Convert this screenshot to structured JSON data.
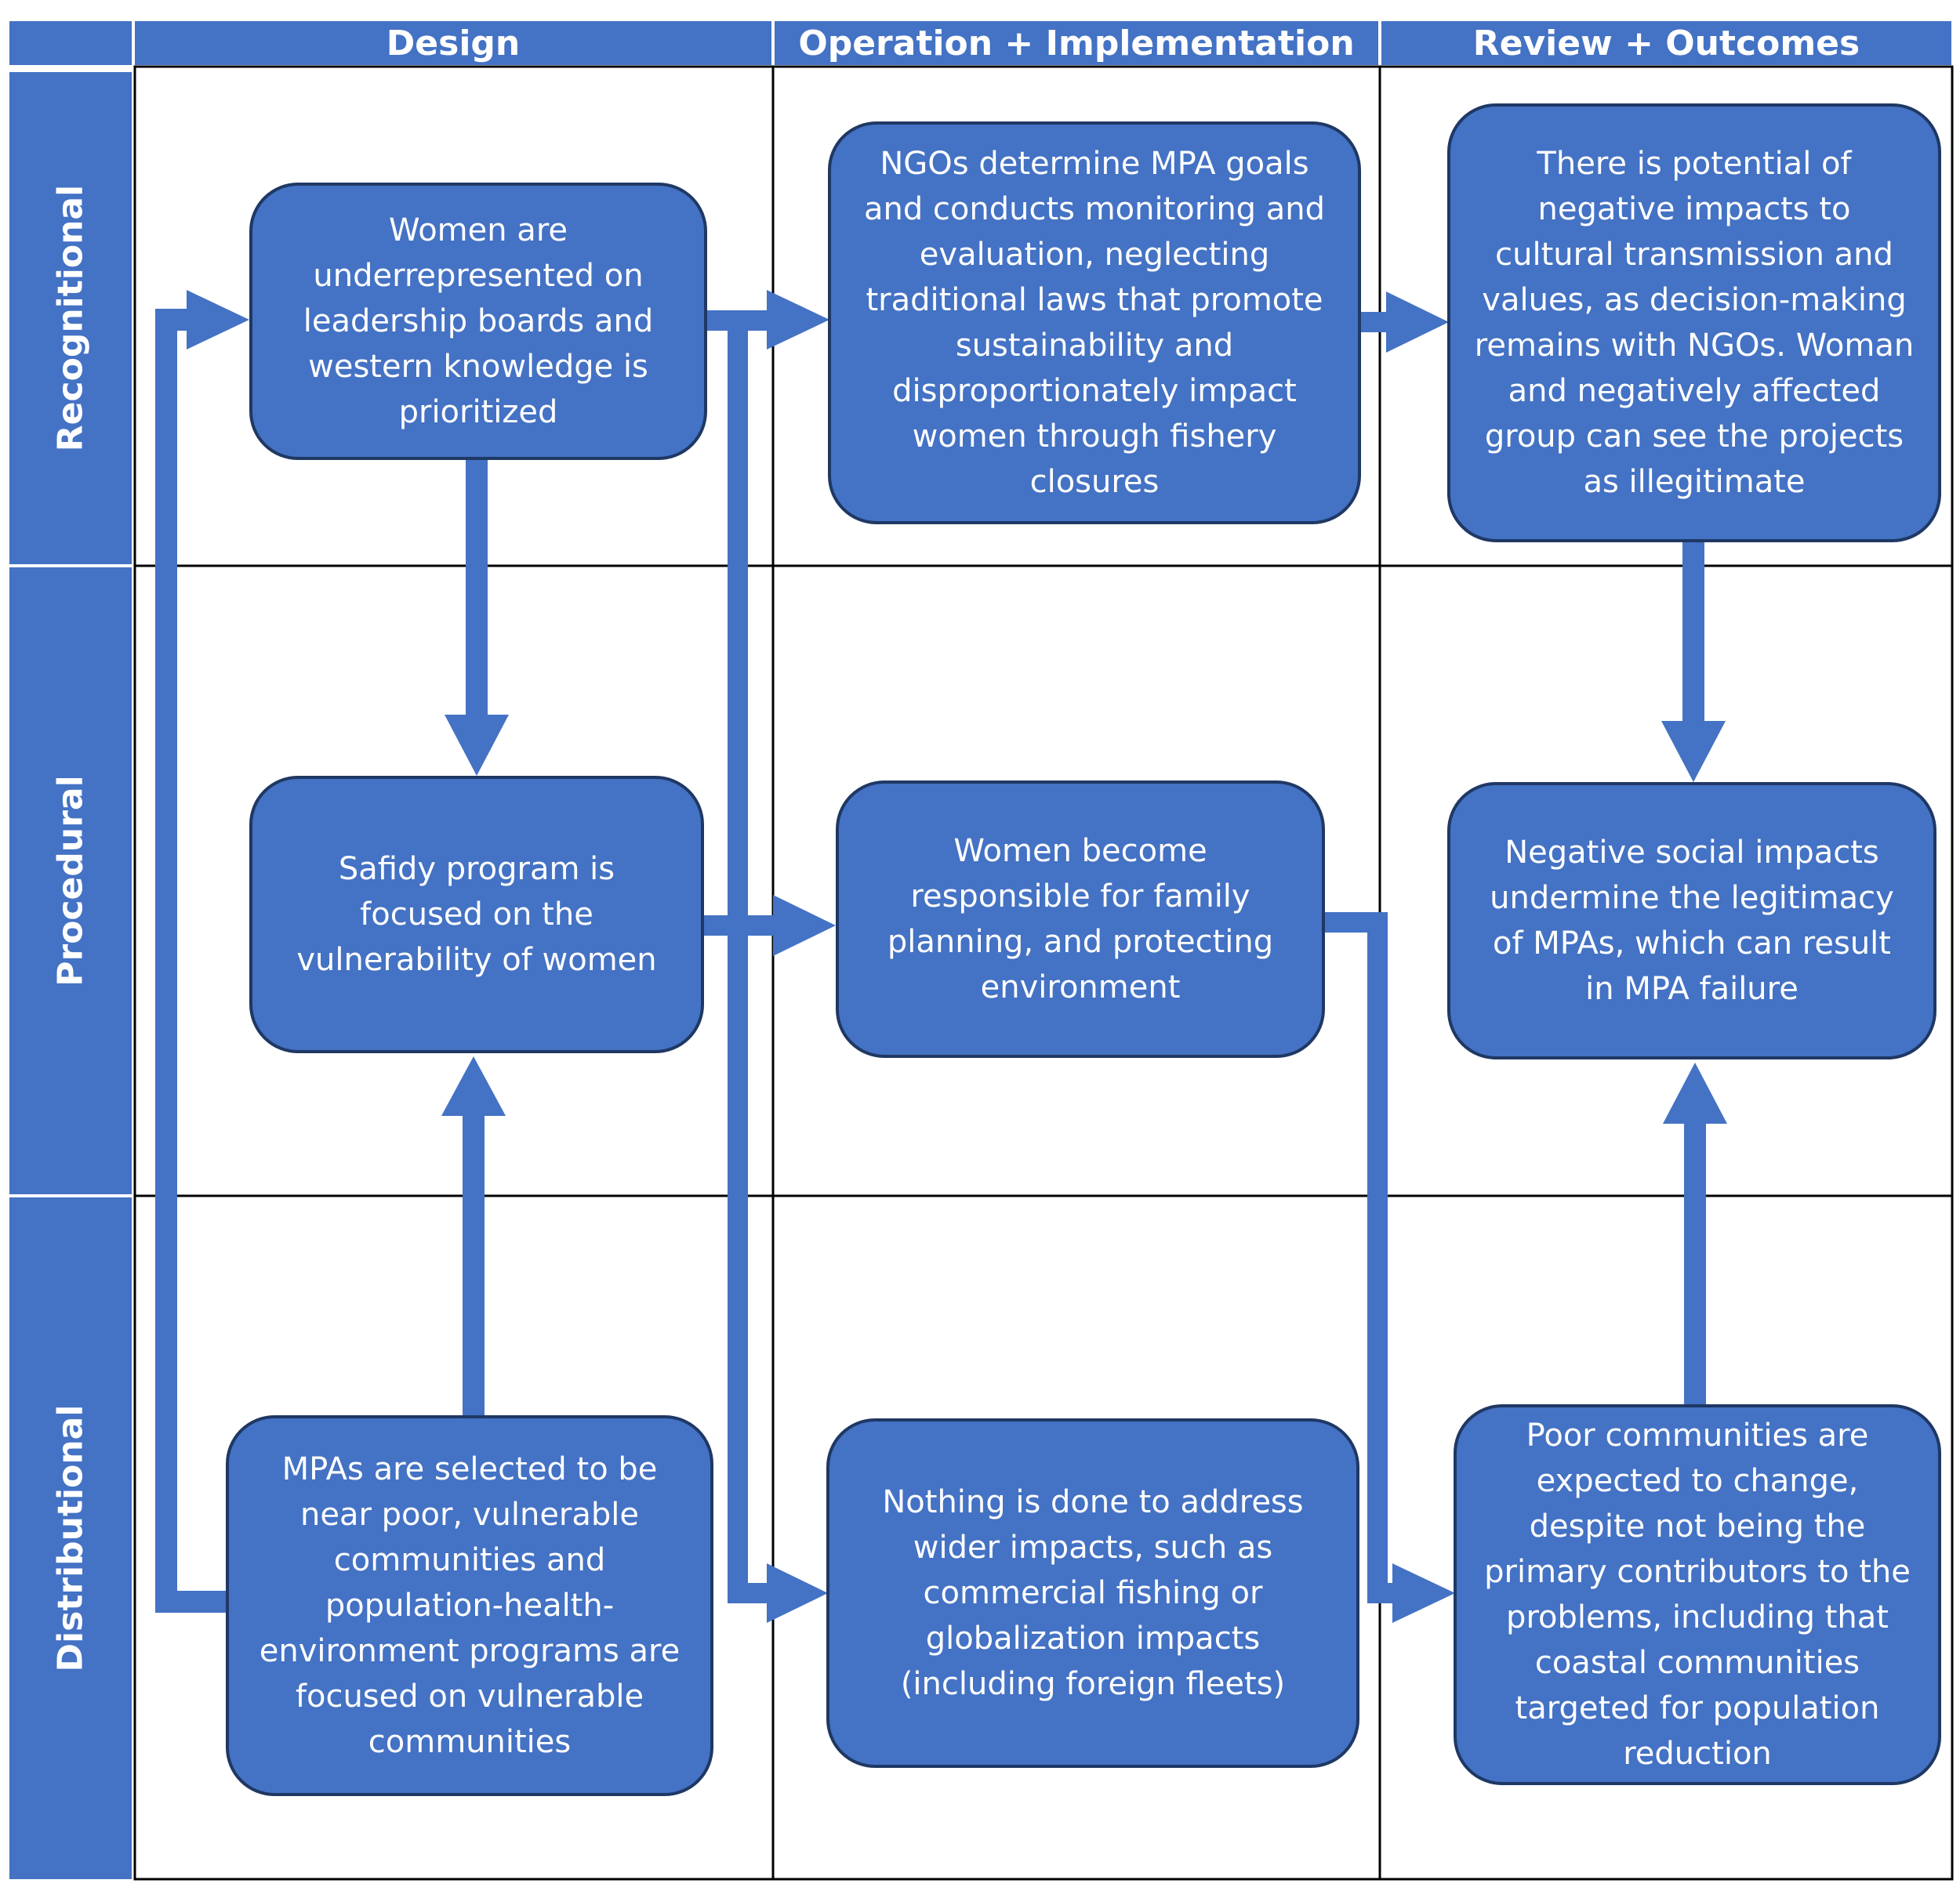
{
  "columns": [
    "Design",
    "Operation + Implementation",
    "Review + Outcomes"
  ],
  "rows": [
    "Recognitional",
    "Procedural",
    "Distributional"
  ],
  "colors": {
    "fill": "#4472c4",
    "border": "#1f3864",
    "arrow": "#4472c4",
    "grid": "#000000"
  },
  "nodes": {
    "design_recognitional": "Women are underrepresented on leadership boards and western knowledge is prioritized",
    "design_procedural": "Safidy program is focused on the vulnerability of women",
    "design_distributional": "MPAs are selected to be near poor, vulnerable communities and population-health-environment programs are focused on vulnerable communities",
    "operation_recognitional": "NGOs determine MPA goals and conducts monitoring and evaluation, neglecting traditional laws that promote sustainability and disproportionately impact women through fishery closures",
    "operation_procedural": "Women become responsible for family planning, and protecting environment",
    "operation_distributional": "Nothing is done to address wider impacts, such as commercial fishing or globalization impacts (including foreign fleets)",
    "review_recognitional": "There is potential of negative impacts to cultural transmission and values, as decision-making remains with NGOs. Woman and negatively affected group can see the projects as illegitimate",
    "review_procedural": "Negative social impacts undermine the legitimacy of MPAs, which can result in MPA failure",
    "review_distributional": "Poor communities are expected to change, despite not being the primary contributors to the problems, including that coastal communities targeted for population reduction"
  }
}
